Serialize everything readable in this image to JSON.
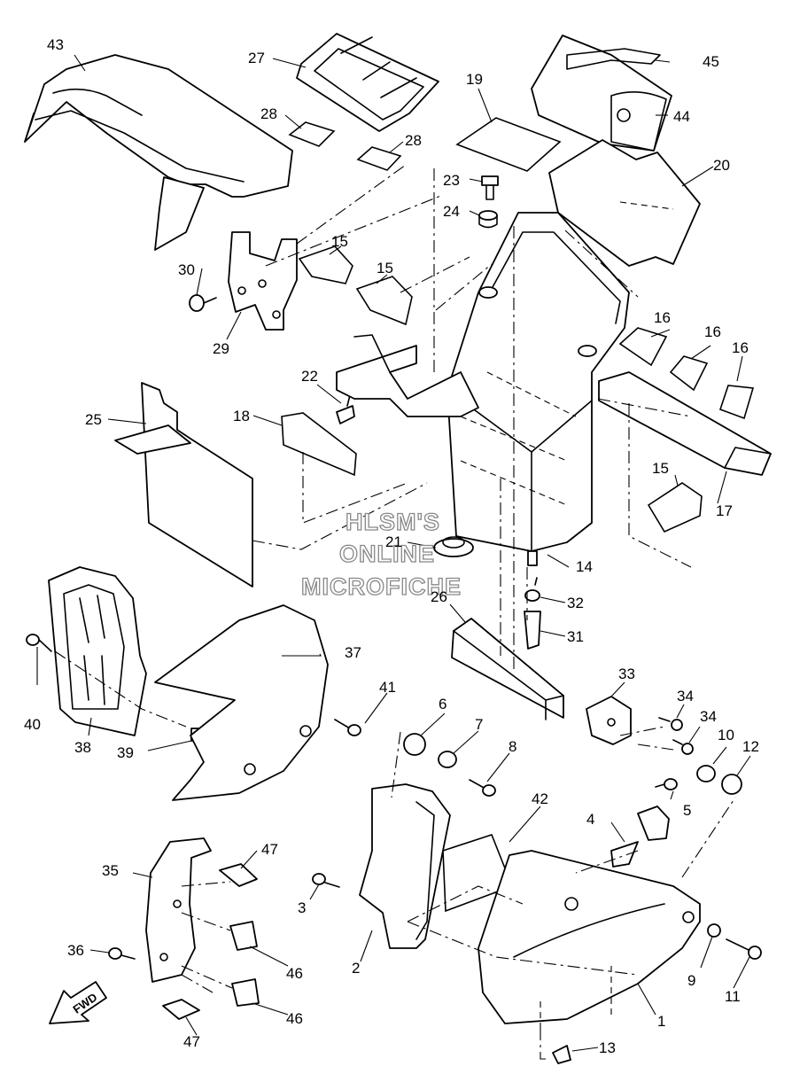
{
  "diagram": {
    "watermark": [
      "HLSM'S",
      "ONLINE",
      "MICROFICHE"
    ],
    "direction_arrow": "FWD",
    "callouts": [
      {
        "n": "1"
      },
      {
        "n": "2"
      },
      {
        "n": "3"
      },
      {
        "n": "4"
      },
      {
        "n": "5"
      },
      {
        "n": "6"
      },
      {
        "n": "7"
      },
      {
        "n": "8"
      },
      {
        "n": "9"
      },
      {
        "n": "10"
      },
      {
        "n": "11"
      },
      {
        "n": "12"
      },
      {
        "n": "13"
      },
      {
        "n": "14"
      },
      {
        "n": "15"
      },
      {
        "n": "15"
      },
      {
        "n": "15"
      },
      {
        "n": "16"
      },
      {
        "n": "16"
      },
      {
        "n": "16"
      },
      {
        "n": "17"
      },
      {
        "n": "18"
      },
      {
        "n": "19"
      },
      {
        "n": "20"
      },
      {
        "n": "21"
      },
      {
        "n": "22"
      },
      {
        "n": "23"
      },
      {
        "n": "24"
      },
      {
        "n": "25"
      },
      {
        "n": "26"
      },
      {
        "n": "27"
      },
      {
        "n": "28"
      },
      {
        "n": "28"
      },
      {
        "n": "29"
      },
      {
        "n": "30"
      },
      {
        "n": "31"
      },
      {
        "n": "32"
      },
      {
        "n": "33"
      },
      {
        "n": "34"
      },
      {
        "n": "34"
      },
      {
        "n": "35"
      },
      {
        "n": "36"
      },
      {
        "n": "37"
      },
      {
        "n": "38"
      },
      {
        "n": "39"
      },
      {
        "n": "40"
      },
      {
        "n": "41"
      },
      {
        "n": "42"
      },
      {
        "n": "43"
      },
      {
        "n": "44"
      },
      {
        "n": "45"
      },
      {
        "n": "46"
      },
      {
        "n": "46"
      },
      {
        "n": "47"
      },
      {
        "n": "47"
      }
    ]
  }
}
